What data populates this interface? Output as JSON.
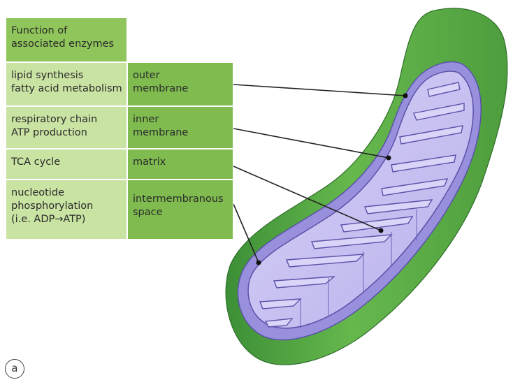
{
  "table": {
    "header": "Function of\nassociated enzymes",
    "rows": [
      {
        "function": "lipid synthesis\nfatty acid metabolism",
        "structure": "outer\nmembrane"
      },
      {
        "function": "respiratory chain\nATP production",
        "structure": "inner\nmembrane"
      },
      {
        "function": "TCA cycle",
        "structure": "matrix"
      },
      {
        "function": "nucleotide\nphosphorylation\n(i.e. ADP→ATP)",
        "structure": "intermembranous\nspace"
      }
    ]
  },
  "panel_label": "a",
  "colors": {
    "outer_membrane": "#5fb04a",
    "matrix": "#c9c3f0",
    "inner_membrane": "#7e74cf",
    "header_fill": "#8fc55a",
    "function_fill": "#c9e3a3",
    "structure_fill": "#7fbb4f"
  }
}
